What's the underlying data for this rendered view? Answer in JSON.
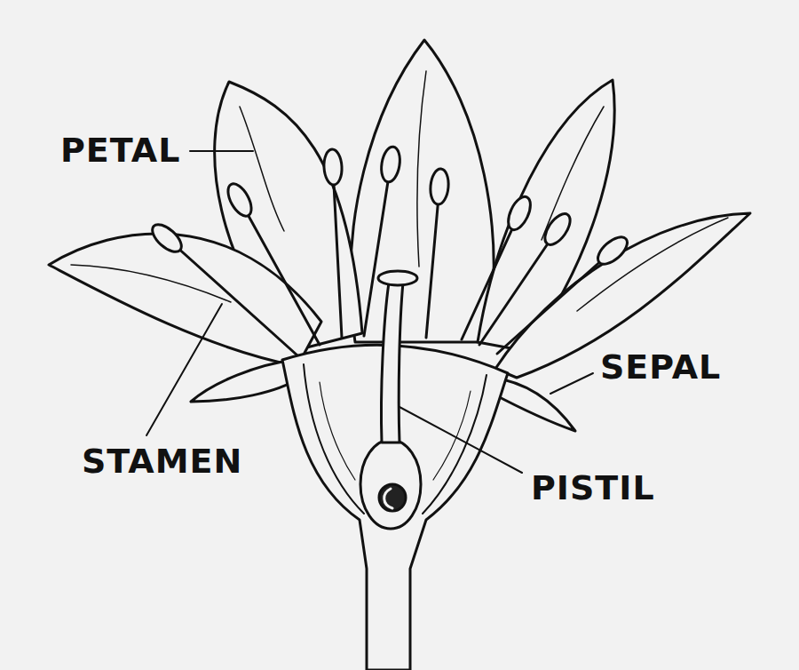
{
  "diagram": {
    "labels": [
      "PETAL",
      "STAMEN",
      "SEPAL",
      "PISTIL"
    ]
  }
}
